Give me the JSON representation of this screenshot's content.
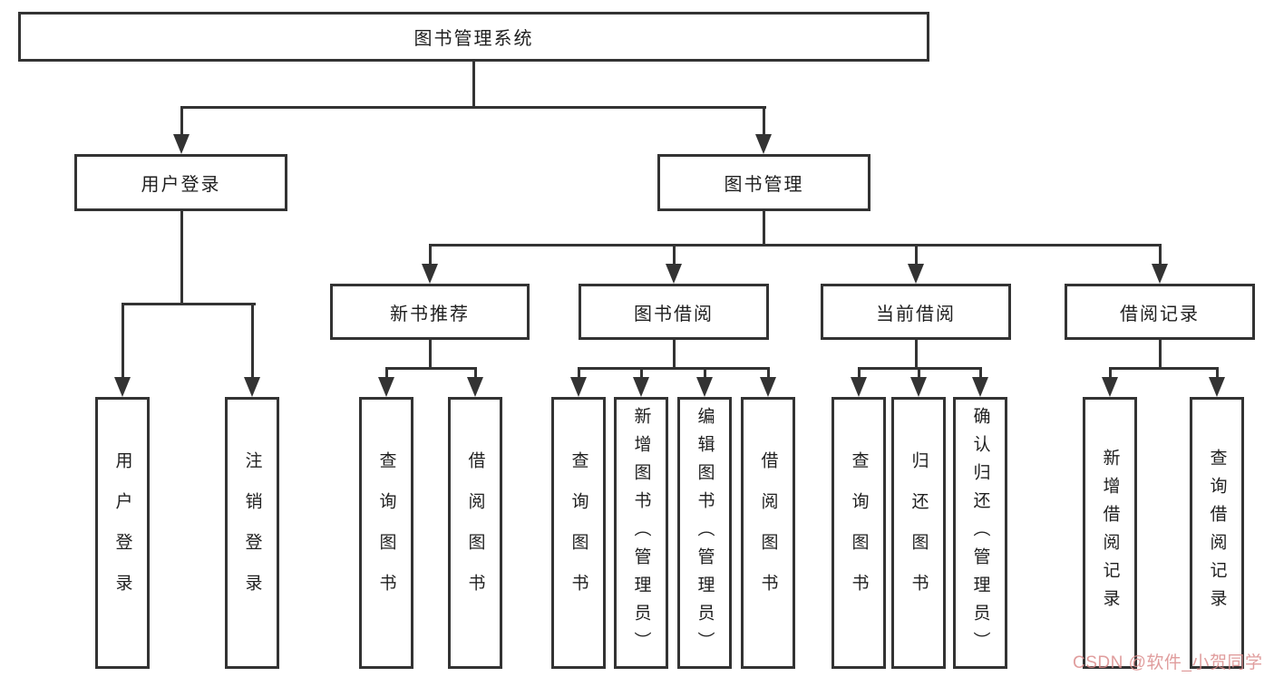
{
  "tree": {
    "root": {
      "label": "图书管理系统"
    },
    "user_login": {
      "label": "用户登录",
      "children": [
        {
          "label": "用户登录"
        },
        {
          "label": "注销登录"
        }
      ]
    },
    "book_mgmt": {
      "label": "图书管理",
      "sections": [
        {
          "label": "新书推荐",
          "children": [
            {
              "label": "查询图书"
            },
            {
              "label": "借阅图书"
            }
          ]
        },
        {
          "label": "图书借阅",
          "children": [
            {
              "label": "查询图书"
            },
            {
              "label": "新增图书（管理员）"
            },
            {
              "label": "编辑图书（管理员）"
            },
            {
              "label": "借阅图书"
            }
          ]
        },
        {
          "label": "当前借阅",
          "children": [
            {
              "label": "查询图书"
            },
            {
              "label": "归还图书"
            },
            {
              "label": "确认归还（管理员）"
            }
          ]
        },
        {
          "label": "借阅记录",
          "children": [
            {
              "label": "新增借阅记录"
            },
            {
              "label": "查询借阅记录"
            }
          ]
        }
      ]
    }
  },
  "watermark": {
    "text": "CSDN @软件_小贺同学",
    "color": "#da8c8c"
  },
  "colors": {
    "line": "#333333",
    "box_border": "#333333",
    "box_fill": "#ffffff",
    "background": "#ffffff",
    "text": "#1f1f1f"
  }
}
